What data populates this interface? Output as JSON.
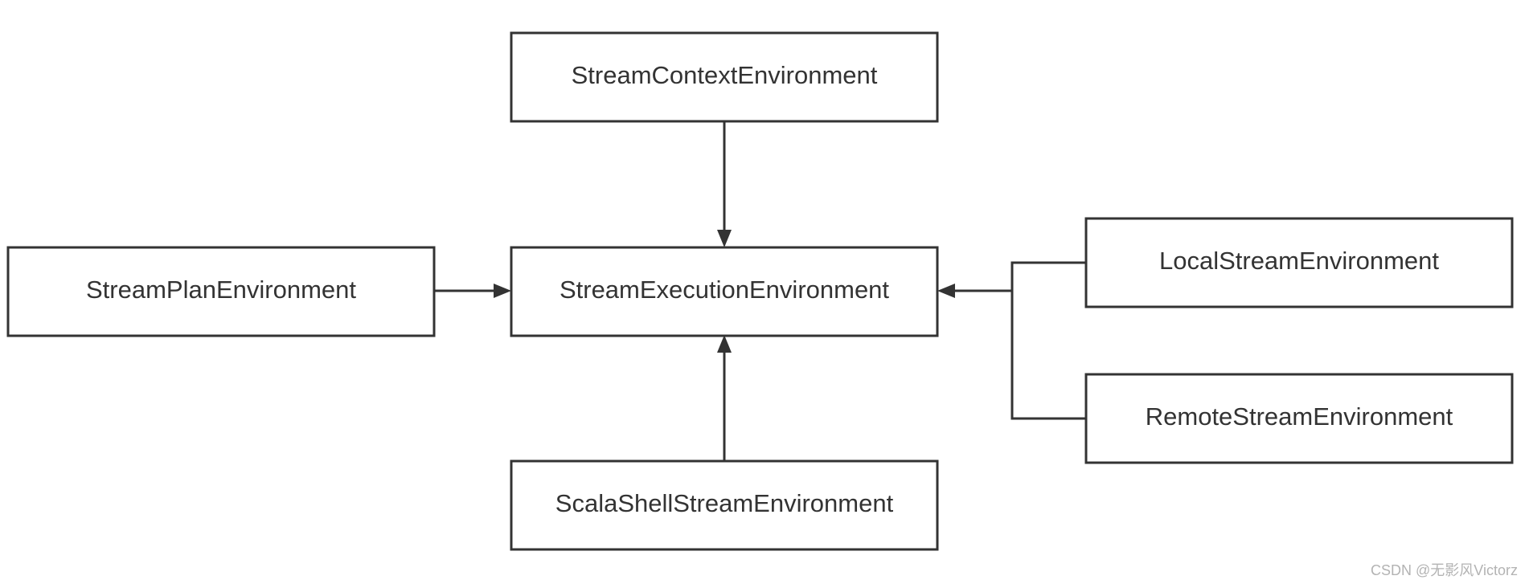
{
  "nodes": {
    "context": {
      "label": "StreamContextEnvironment"
    },
    "execution": {
      "label": "StreamExecutionEnvironment"
    },
    "plan": {
      "label": "StreamPlanEnvironment"
    },
    "local": {
      "label": "LocalStreamEnvironment"
    },
    "remote": {
      "label": "RemoteStreamEnvironment"
    },
    "scala": {
      "label": "ScalaShellStreamEnvironment"
    }
  },
  "edges": [
    {
      "from": "context",
      "to": "execution"
    },
    {
      "from": "plan",
      "to": "execution"
    },
    {
      "from": "local",
      "to": "execution"
    },
    {
      "from": "remote",
      "to": "execution"
    },
    {
      "from": "scala",
      "to": "execution"
    }
  ],
  "colors": {
    "stroke": "#333333",
    "text": "#333333",
    "watermark": "#b3b3b3"
  },
  "watermark": "CSDN @无影风Victorz"
}
